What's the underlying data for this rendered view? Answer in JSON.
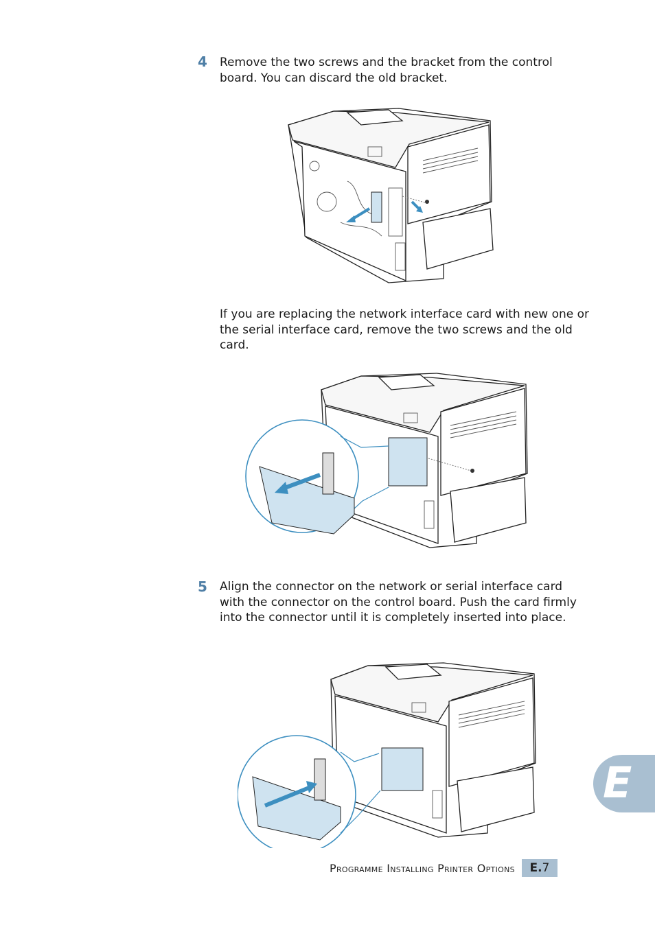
{
  "steps": [
    {
      "number": "4",
      "text": "Remove the two screws and the bracket from the control board. You can discard the old bracket."
    },
    {
      "number": "5",
      "text": "Align the connector on the network or serial interface card with the connector on the control board. Push the card firmly into the connector until it is completely inserted into place."
    }
  ],
  "note": "If you are replacing the network interface card with new one or the serial interface card, remove the two screws and the old card.",
  "footer": {
    "title": "Programme Installing Printer Options",
    "page_prefix": "E.",
    "page_number": "7"
  },
  "chapter_tab": {
    "letter": "E"
  },
  "colors": {
    "accent": "#4f7fa6",
    "tab": "#a9bfd1",
    "card": "#cfe3f0",
    "arrow": "#3d8fc0"
  }
}
